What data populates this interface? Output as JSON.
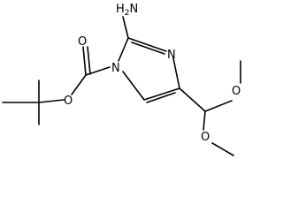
{
  "molecule": {
    "atoms": {
      "amino": "H2N",
      "ring_n_top": "N",
      "ring_n_left": "N",
      "carbonyl_o": "O",
      "ester_o": "O",
      "methoxy_o_upper": "O",
      "methoxy_o_lower": "O"
    }
  }
}
